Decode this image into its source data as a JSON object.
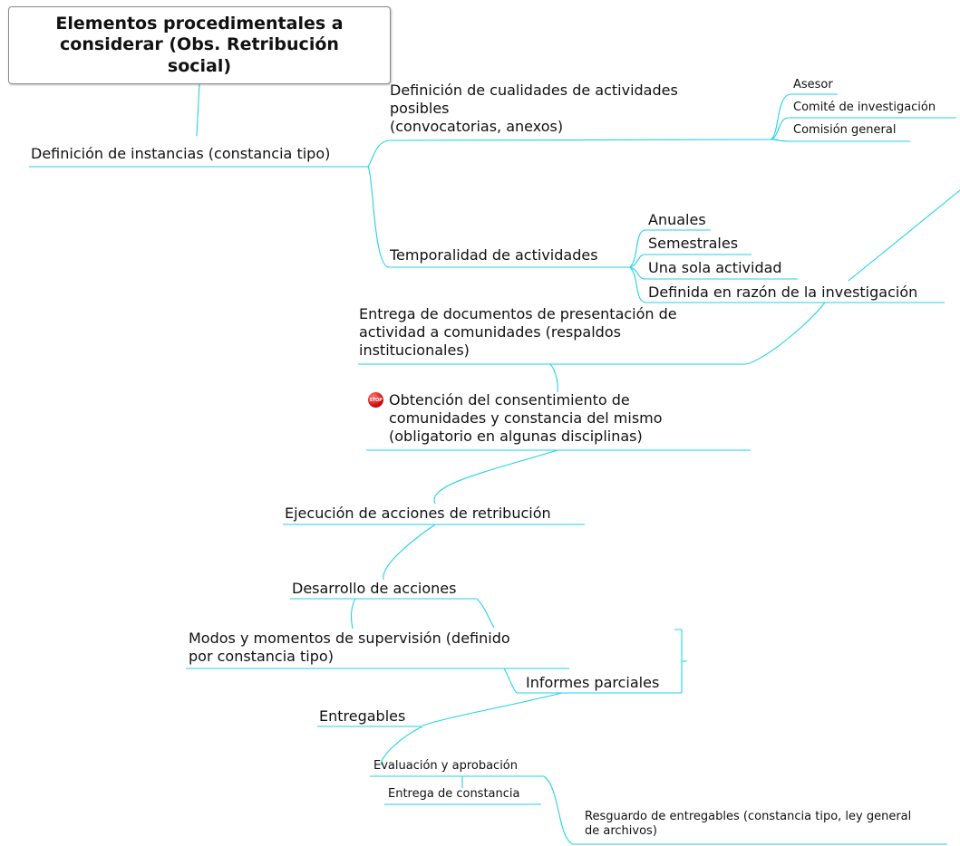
{
  "root": {
    "title": "Elementos procedimentales a\nconsiderar (Obs. Retribución\nsocial)"
  },
  "nodes": {
    "definicion_instancias": "Definición de instancias (constancia tipo)",
    "definicion_cualidades": "Definición de cualidades de actividades\nposibles\n(convocatorias, anexos)",
    "asesor": "Asesor",
    "comite": "Comité de investigación",
    "comision": "Comisión general",
    "temporalidad": "Temporalidad de actividades",
    "anuales": "Anuales",
    "semestrales": "Semestrales",
    "una_sola": "Una sola actividad",
    "definida": "Definida en razón de la investigación",
    "entrega_documentos": "Entrega de documentos de presentación de\nactividad a comunidades (respaldos\ninstitucionales)",
    "obtencion": "Obtención del consentimiento de\ncomunidades y constancia del mismo\n(obligatorio en algunas disciplinas)",
    "ejecucion": "Ejecución de acciones de retribución",
    "desarrollo": "Desarrollo de acciones",
    "modos": "Modos y momentos de supervisión (definido\npor constancia tipo)",
    "informes": "Informes parciales",
    "entregables": "Entregables",
    "evaluacion": "Evaluación y aprobación",
    "entrega_constancia": "Entrega de constancia",
    "resguardo": "Resguardo de entregables (constancia tipo, ley general\nde archivos)"
  },
  "icons": {
    "obtencion_marker": "stop-icon",
    "obtencion_marker_text": "STOP"
  },
  "colors": {
    "connector": "#22d3e6",
    "root_border": "#8a8a8a"
  }
}
